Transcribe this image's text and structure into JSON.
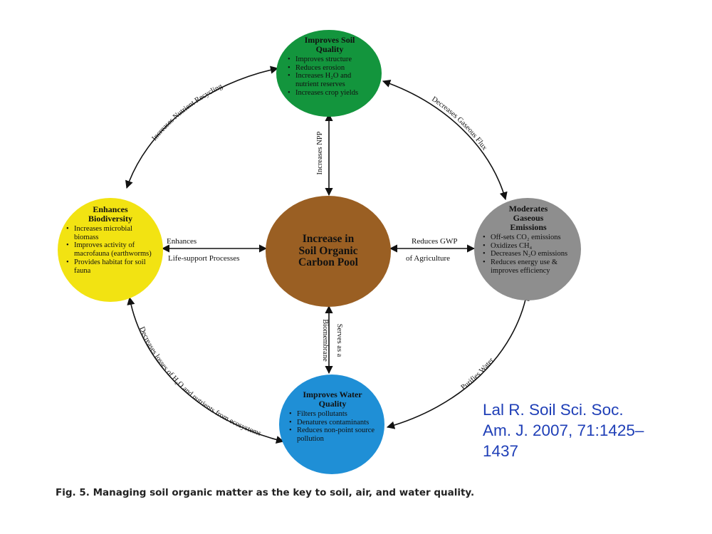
{
  "diagram": {
    "center": {
      "title": [
        "Increase in",
        "Soil Organic",
        "Carbon Pool"
      ],
      "color": "#9a5f23"
    },
    "top": {
      "title": [
        "Improves Soil",
        "Quality"
      ],
      "bullets": [
        "Improves structure",
        "Reduces erosion",
        "Increases H₂O and nutrient reserves",
        "Increases crop yields"
      ],
      "color": "#13953d"
    },
    "left": {
      "title": [
        "Enhances",
        "Biodiversity"
      ],
      "bullets": [
        "Increases microbial biomass",
        "Improves activity of macrofauna (earthworms)",
        "Provides habitat for soil fauna"
      ],
      "color": "#f2e312"
    },
    "right": {
      "title": [
        "Moderates",
        "Gaseous",
        "Emissions"
      ],
      "bullets": [
        "Off-sets CO₂ emissions",
        "Oxidizes CH₄",
        "Decreases N₂O emissions",
        "Reduces energy use & improves efficiency"
      ],
      "color": "#8e8e8e"
    },
    "bottom": {
      "title": [
        "Improves Water",
        "Quality"
      ],
      "bullets": [
        "Filters pollutants",
        "Denatures contaminants",
        "Reduces non-point source pollution"
      ],
      "color": "#1f8fd6"
    },
    "links": {
      "center_top": "Increases NPP",
      "center_left_1": "Enhances",
      "center_left_2": "Life-support Processes",
      "center_right_1": "Reduces GWP",
      "center_right_2": "of Agriculture",
      "center_bottom_1": "Serves as a",
      "center_bottom_2": "Biomembrane",
      "arc_top_left": "Increases Nutrient Recycling",
      "arc_top_right": "Decreases Gaseous Flux",
      "arc_bottom_left": "Decreases losses of H₂O and nutrients from ecosystems",
      "arc_bottom_right": "Purifies Water"
    }
  },
  "caption": "Fig. 5. Managing soil organic matter as the key to soil, air, and water quality.",
  "citation": [
    "Lal R.  Soil Sci. Soc.",
    "Am. J. 2007, 71:1425–",
    "1437"
  ]
}
